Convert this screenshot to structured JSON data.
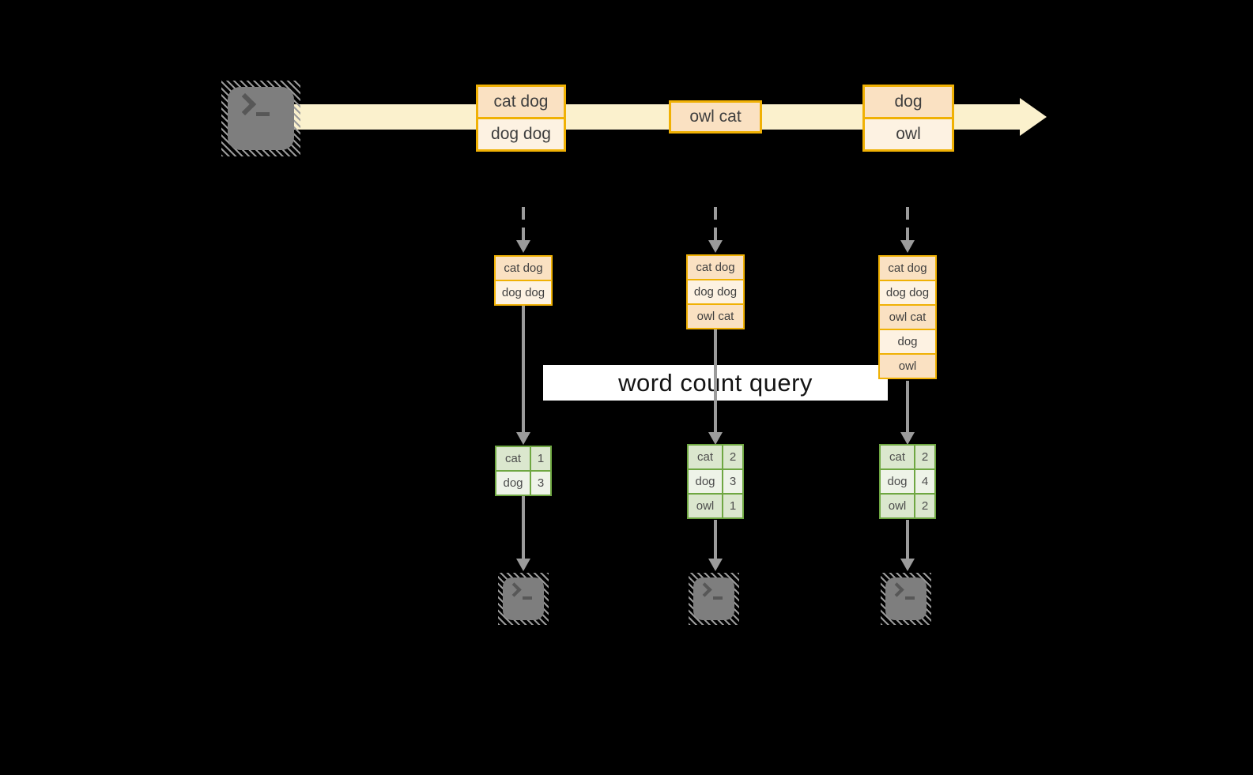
{
  "query_label": "word count query",
  "stream": {
    "source_icon": "terminal-icon",
    "events": [
      {
        "lines": [
          "cat dog",
          "dog dog"
        ]
      },
      {
        "lines": [
          "owl cat"
        ]
      },
      {
        "lines": [
          "dog",
          "owl"
        ]
      }
    ]
  },
  "snapshots": [
    {
      "buffer": [
        "cat dog",
        "dog dog"
      ],
      "counts": [
        {
          "word": "cat",
          "count": 1
        },
        {
          "word": "dog",
          "count": 3
        }
      ]
    },
    {
      "buffer": [
        "cat dog",
        "dog dog",
        "owl cat"
      ],
      "counts": [
        {
          "word": "cat",
          "count": 2
        },
        {
          "word": "dog",
          "count": 3
        },
        {
          "word": "owl",
          "count": 1
        }
      ]
    },
    {
      "buffer": [
        "cat dog",
        "dog dog",
        "owl cat",
        "dog",
        "owl"
      ],
      "counts": [
        {
          "word": "cat",
          "count": 2
        },
        {
          "word": "dog",
          "count": 4
        },
        {
          "word": "owl",
          "count": 2
        }
      ]
    }
  ],
  "output_icon": "terminal-icon",
  "colors": {
    "background": "#000000",
    "stream_arrow": "#fbf1cd",
    "event_border": "#f0b104",
    "event_fill_dark": "#fae1c2",
    "event_fill_light": "#fdf2e2",
    "table_border": "#6fa742",
    "table_fill_dark": "#dbe7ce",
    "table_fill_light": "#eef3e8",
    "connector_gray": "#9b9b9b",
    "terminal_gray": "#7e7e7e",
    "banner_bg": "#ffffff"
  }
}
